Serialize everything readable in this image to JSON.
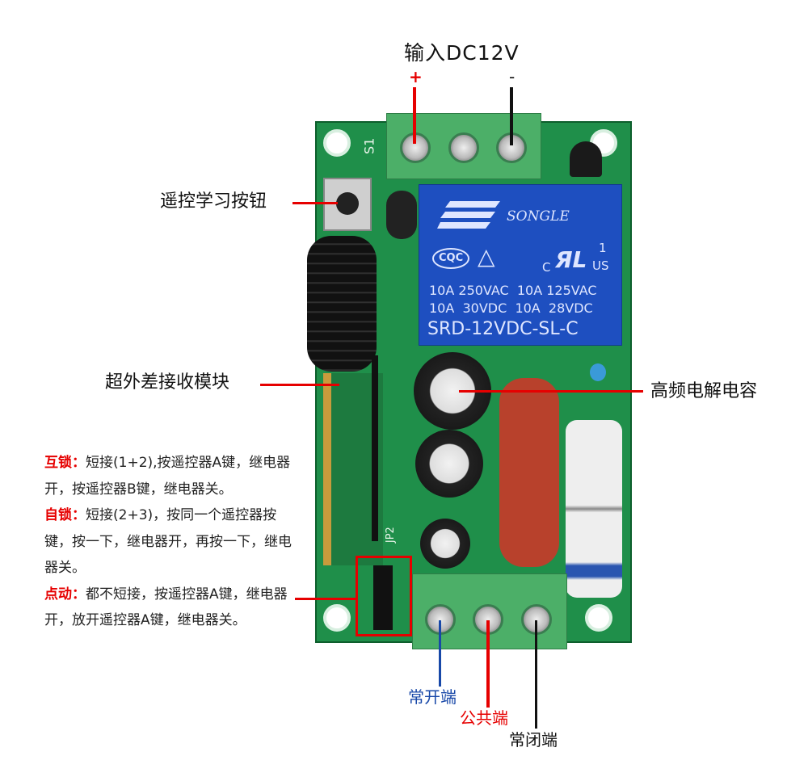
{
  "title": "输入DC12V",
  "plus": "+",
  "minus": "-",
  "callouts": {
    "learn_button": "遥控学习按钮",
    "receiver_module": "超外差接收模块",
    "capacitor": "高频电解电容"
  },
  "terminals": {
    "no": "常开端",
    "com": "公共端",
    "nc": "常闭端"
  },
  "relay": {
    "brand": "SONGLE",
    "cert_cqc": "CQC",
    "cert_ul_c": "C",
    "cert_ul_1": "1",
    "cert_ul_us": "US",
    "rating_1": "10A 250VAC  10A 125VAC",
    "rating_2": "10A  30VDC  10A  28VDC",
    "model": "SRD-12VDC-SL-C"
  },
  "pcb_labels": {
    "s1": "S1",
    "jp2": "JP2"
  },
  "modes": [
    {
      "key": "互锁：",
      "text": "短接(1+2),按遥控器A键，继电器开，按遥控器B键，继电器关。"
    },
    {
      "key": "自锁：",
      "text": "短接(2+3)，按同一个遥控器按键，按一下，继电器开，再按一下，继电器关。"
    },
    {
      "key": "点动：",
      "text": "都不短接，按遥控器A键，继电器开，放开遥控器A键，继电器关。"
    }
  ],
  "colors": {
    "red": "#e60000",
    "blue": "#1848a8",
    "pcb": "#1f8f4a",
    "relay": "#1e4fc0",
    "terminal": "#4caf68"
  }
}
